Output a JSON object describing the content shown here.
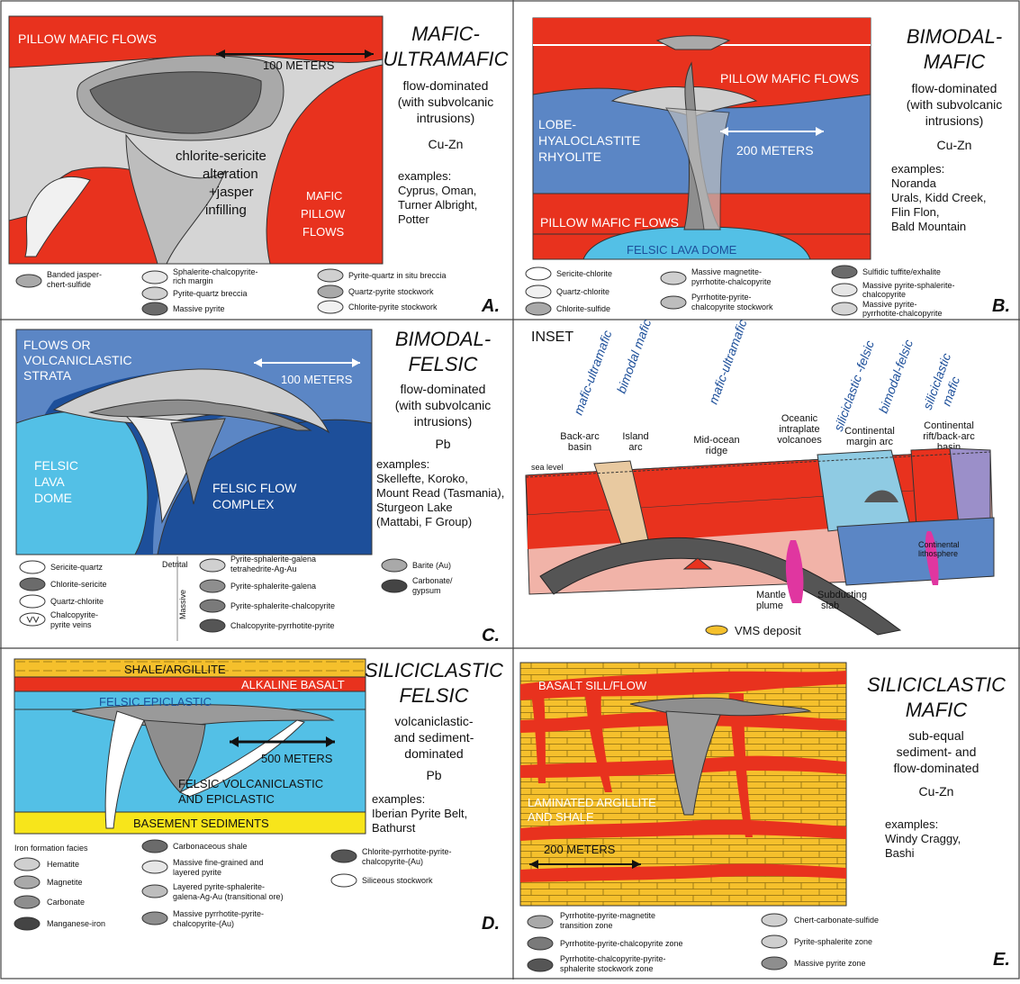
{
  "panels": {
    "A": {
      "letter": "A.",
      "title1": "MAFIC-",
      "title2": "ULTRAMAFIC",
      "desc1": "flow-dominated",
      "desc2": "(with subvolcanic",
      "desc3": "intrusions)",
      "metal": "Cu-Zn",
      "ex1": "examples:",
      "ex2": "Cyprus, Oman,",
      "ex3": "Turner Albright,",
      "ex4": "Potter",
      "lbl_pillow": "PILLOW MAFIC FLOWS",
      "lbl_scale": "100 METERS",
      "lbl_alt1": "chlorite-sericite",
      "lbl_alt2": "alteration",
      "lbl_alt3": "+jasper",
      "lbl_alt4": "infilling",
      "lbl_mafic1": "MAFIC",
      "lbl_mafic2": "PILLOW",
      "lbl_mafic3": "FLOWS",
      "legend": {
        "l1a": "Banded jasper-",
        "l1b": "chert-sulfide",
        "l2a": "Sphalerite-chalcopyrite-",
        "l2b": "rich margin",
        "l3": "Pyrite-quartz breccia",
        "l4": "Massive pyrite",
        "l5": "Pyrite-quartz in situ breccia",
        "l6": "Quartz-pyrite stockwork",
        "l7": "Chlorite-pyrite stockwork"
      }
    },
    "B": {
      "letter": "B.",
      "title1": "BIMODAL-",
      "title2": "MAFIC",
      "desc1": "flow-dominated",
      "desc2": "(with subvolcanic",
      "desc3": "intrusions)",
      "metal": "Cu-Zn",
      "ex1": "examples:",
      "ex2": "Noranda",
      "ex3": "Urals, Kidd Creek,",
      "ex4": "Flin Flon,",
      "ex5": "Bald Mountain",
      "lbl_pillow_top": "PILLOW MAFIC FLOWS",
      "lbl_lobe1": "LOBE-",
      "lbl_lobe2": "HYALOCLASTITE",
      "lbl_lobe3": "RHYOLITE",
      "lbl_scale": "200 METERS",
      "lbl_pillow_bot": "PILLOW MAFIC FLOWS",
      "lbl_dome": "FELSIC LAVA DOME",
      "legend": {
        "l1": "Sericite-chlorite",
        "l2": "Quartz-chlorite",
        "l3": "Chlorite-sulfide",
        "l4a": "Massive magnetite-",
        "l4b": "pyrrhotite-chalcopyrite",
        "l5a": "Pyrrhotite-pyrite-",
        "l5b": "chalcopyrite stockwork",
        "l6": "Sulfidic tuffite/exhalite",
        "l7a": "Massive pyrite-sphalerite-",
        "l7b": "chalcopyrite",
        "l8a": "Massive pyrite-",
        "l8b": "pyrrhotite-chalcopyrite"
      }
    },
    "C": {
      "letter": "C.",
      "title1": "BIMODAL-",
      "title2": "FELSIC",
      "desc1": "flow-dominated",
      "desc2": "(with subvolcanic",
      "desc3": "intrusions)",
      "metal": "Pb",
      "ex1": "examples:",
      "ex2": "Skellefte, Koroko,",
      "ex3": "Mount Read (Tasmania),",
      "ex4": "Sturgeon Lake",
      "ex5": "(Mattabi, F Group)",
      "lbl_flows1": "FLOWS OR",
      "lbl_flows2": "VOLCANICLASTIC",
      "lbl_flows3": "STRATA",
      "lbl_scale": "100 METERS",
      "lbl_dome1": "FELSIC",
      "lbl_dome2": "LAVA",
      "lbl_dome3": "DOME",
      "lbl_flow1": "FELSIC FLOW",
      "lbl_flow2": "COMPLEX",
      "legend": {
        "l1": "Sericite-quartz",
        "l2": "Chlorite-sericite",
        "l3": "Quartz-chlorite",
        "l4a": "Chalcopyrite-",
        "l4b": "pyrite veins",
        "detrital": "Detrital",
        "massive": "Massive",
        "l5a": "Pyrite-sphalerite-galena",
        "l5b": "tetrahedrite-Ag-Au",
        "l6": "Pyrite-sphalerite-galena",
        "l7": "Pyrite-sphalerite-chalcopyrite",
        "l8": "Chalcopyrite-pyrrhotite-pyrite",
        "l9": "Barite (Au)",
        "l10a": "Carbonate/",
        "l10b": "gypsum"
      }
    },
    "inset": {
      "title": "INSET",
      "diag1": "mafic-ultramafic",
      "diag2": "bimodal mafic",
      "diag3": "mafic-ultramafic",
      "diag4": "siliciclastic -felsic",
      "diag5": "bimodal-felsic",
      "diag6a": "siliciclastic",
      "diag6b": "mafic",
      "backarc1": "Back-arc",
      "backarc2": "basin",
      "island1": "Island",
      "island2": "arc",
      "midocean1": "Mid-ocean",
      "midocean2": "ridge",
      "oceanic1": "Oceanic",
      "oceanic2": "intraplate",
      "oceanic3": "volcanoes",
      "contmargin1": "Continental",
      "contmargin2": "margin arc",
      "contrift1": "Continental",
      "contrift2": "rift/back-arc",
      "contrift3": "basin",
      "sealevel": "sea level",
      "mantle1": "Mantle",
      "mantle2": "plume",
      "subduct1": "Subducting",
      "subduct2": "slab",
      "contlith1": "Continental",
      "contlith2": "lithosphere",
      "vms": "VMS deposit"
    },
    "D": {
      "letter": "D.",
      "title1": "SILICICLASTIC",
      "title2": "FELSIC",
      "desc1": "volcaniclastic-",
      "desc2": "and sediment-",
      "desc3": "dominated",
      "metal": "Pb",
      "ex1": "examples:",
      "ex2": "Iberian Pyrite Belt,",
      "ex3": "Bathurst",
      "lbl_shale": "SHALE/ARGILLITE",
      "lbl_basalt": "ALKALINE BASALT",
      "lbl_epi": "FELSIC EPICLASTIC",
      "lbl_scale": "500 METERS",
      "lbl_fv1": "FELSIC VOLCANICLASTIC",
      "lbl_fv2": "AND EPICLASTIC",
      "lbl_base": "BASEMENT SEDIMENTS",
      "legend": {
        "head": "Iron formation facies",
        "l1": "Hematite",
        "l2": "Magnetite",
        "l3": "Carbonate",
        "l4": "Manganese-iron",
        "l5": "Carbonaceous shale",
        "l6a": "Massive fine-grained and",
        "l6b": "layered pyrite",
        "l7a": "Layered pyrite-sphalerite-",
        "l7b": "galena-Ag-Au (transitional ore)",
        "l8a": "Massive pyrrhotite-pyrite-",
        "l8b": "chalcopyrite-(Au)",
        "l9a": "Chlorite-pyrrhotite-pyrite-",
        "l9b": "chalcopyrite-(Au)",
        "l10": "Siliceous stockwork"
      }
    },
    "E": {
      "letter": "E.",
      "title1": "SILICICLASTIC",
      "title2": "MAFIC",
      "desc1": "sub-equal",
      "desc2": "sediment- and",
      "desc3": "flow-dominated",
      "metal": "Cu-Zn",
      "ex1": "examples:",
      "ex2": "Windy Craggy,",
      "ex3": "Bashi",
      "lbl_basalt": "BASALT SILL/FLOW",
      "lbl_lam1": "LAMINATED ARGILLITE",
      "lbl_lam2": "AND SHALE",
      "lbl_scale": "200 METERS",
      "legend": {
        "l1a": "Pyrrhotite-pyrite-magnetite",
        "l1b": "transition zone",
        "l2": "Pyrrhotite-pyrite-chalcopyrite zone",
        "l3a": "Pyrrhotite-chalcopyrite-pyrite-",
        "l3b": "sphalerite stockwork zone",
        "l4": "Chert-carbonate-sulfide",
        "l5": "Pyrite-sphalerite zone",
        "l6": "Massive pyrite zone"
      }
    }
  },
  "colors": {
    "mafic_red": "#e8321e",
    "blue": "#5b86c5",
    "light_blue": "#53c0e6",
    "dark_blue": "#1d4f9a",
    "yellow": "#f5c02c",
    "gray": "#9a9a9a",
    "light_gray": "#cfcfcf"
  }
}
